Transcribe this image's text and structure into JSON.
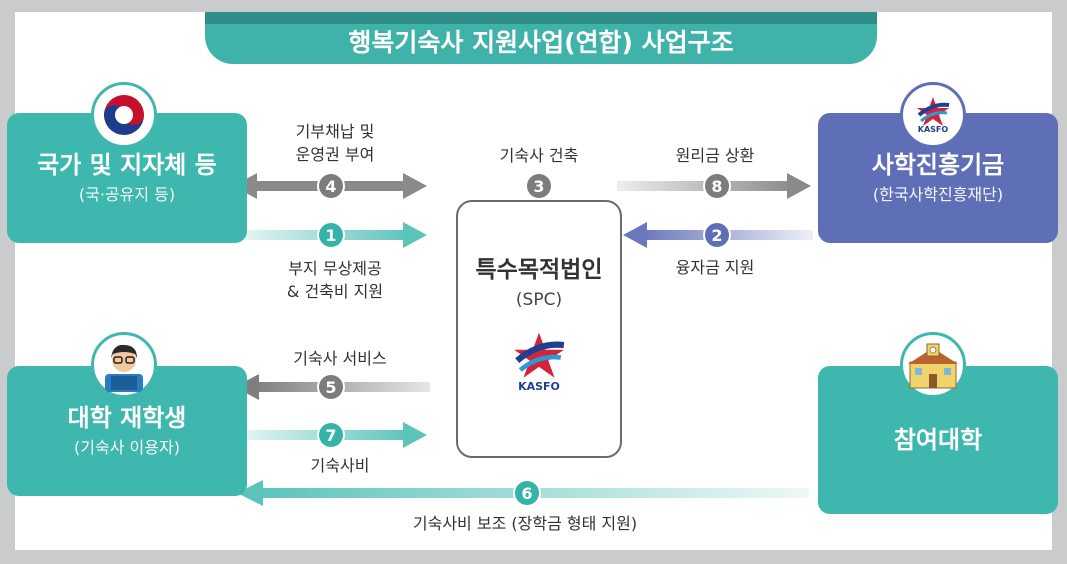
{
  "title": "행복기숙사 지원사업(연합) 사업구조",
  "nodes": {
    "government": {
      "label": "국가 및 지자체 등",
      "sub": "(국·공유지 등)"
    },
    "fund": {
      "label": "사학진흥기금",
      "sub": "(한국사학진흥재단)",
      "logo_text": "KASFO"
    },
    "spc": {
      "label": "특수목적법인",
      "sub": "(SPC)",
      "logo_text": "KASFO"
    },
    "students": {
      "label": "대학 재학생",
      "sub": "(기숙사 이용자)"
    },
    "university": {
      "label": "참여대학"
    }
  },
  "flows": [
    {
      "num": "4",
      "label_line1": "기부채납 및",
      "label_line2": "운영권 부여"
    },
    {
      "num": "1",
      "label_line1": "부지 무상제공",
      "label_line2": "& 건축비 지원"
    },
    {
      "num": "3",
      "label_line1": "기숙사 건축"
    },
    {
      "num": "8",
      "label_line1": "원리금 상환"
    },
    {
      "num": "2",
      "label_line1": "융자금 지원"
    },
    {
      "num": "5",
      "label_line1": "기숙사 서비스"
    },
    {
      "num": "7",
      "label_line1": "기숙사비"
    },
    {
      "num": "6",
      "label_line1": "기숙사비 보조 (장학금 형태 지원)"
    }
  ],
  "colors": {
    "teal": "#3eb8ae",
    "blue": "#5e6fb7",
    "gray_arrow": "#8a8a8a"
  }
}
